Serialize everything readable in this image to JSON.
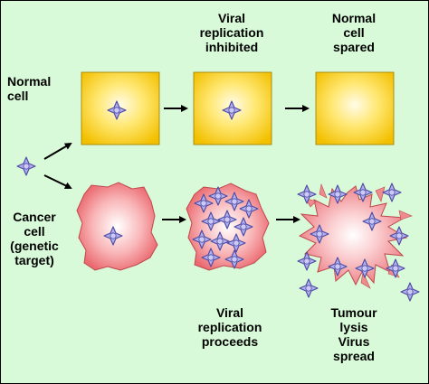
{
  "labels": {
    "viral_inhibited": [
      "Viral",
      "replication",
      "inhibited"
    ],
    "normal_spared": [
      "Normal",
      "cell",
      "spared"
    ],
    "normal_cell": [
      "Normal",
      "cell"
    ],
    "cancer_cell": [
      "Cancer",
      "cell",
      "(genetic",
      "target)"
    ],
    "viral_proceeds": [
      "Viral",
      "replication",
      "proceeds"
    ],
    "tumour_lysis": [
      "Tumour",
      "lysis",
      "Virus",
      "spread"
    ]
  },
  "colors": {
    "background": "#d8fad8",
    "normal_cell_center": "#fffbe0",
    "normal_cell_edge": "#f5c400",
    "cancer_cell_center": "#ffffff",
    "cancer_cell_edge": "#ee6e72",
    "virus_fill": "#b4b0f0",
    "virus_stroke": "#4a4aa0"
  }
}
